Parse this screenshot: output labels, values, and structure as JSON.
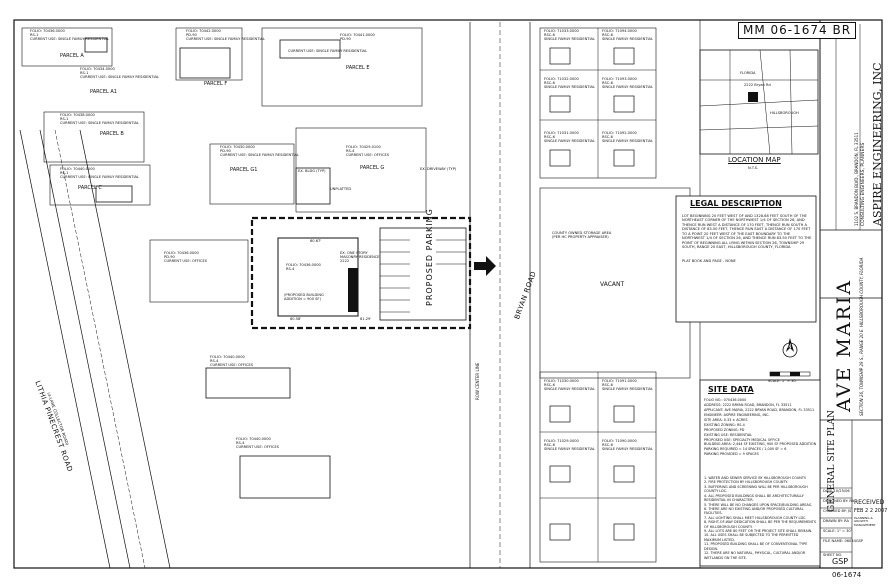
{
  "sheet": {
    "drawing_number": "MM 06-1674 BR",
    "bottom_number": "06-1674",
    "parcels_left": [
      {
        "label": "PARCEL A",
        "folio": "FOLIO: 70436.0000",
        "zoning": "RS-1",
        "use": "CURRENT USE: SINGLE FAMILY RESIDENTIAL"
      },
      {
        "label": "PARCEL A1",
        "folio": "FOLIO: 70434.0000",
        "zoning": "RS-1",
        "use": "CURRENT USE: SINGLE FAMILY RESIDENTIAL"
      },
      {
        "label": "PARCEL B",
        "folio": "FOLIO: 70438.0000",
        "zoning": "RS-1",
        "use": "CURRENT USE: SINGLE FAMILY RESIDENTIAL"
      },
      {
        "label": "PARCEL C",
        "folio": "FOLIO: 70440.0000",
        "zoning": "RS-1",
        "use": "CURRENT USE: SINGLE FAMILY RESIDENTIAL"
      },
      {
        "label": "PARCEL E",
        "folio": "FOLIO: 70441.0000",
        "zoning": "PD-90",
        "use": "CURRENT USE: SINGLE FAMILY RESIDENTIAL"
      },
      {
        "label": "PARCEL F",
        "folio": "FOLIO: 70442.0000",
        "zoning": "PD-90",
        "use": "CURRENT USE: SINGLE FAMILY RESIDENTIAL"
      },
      {
        "label": "PARCEL G1",
        "folio": "FOLIO: 70430.0000",
        "zoning": "PD-90",
        "use": "CURRENT USE: SINGLE FAMILY RESIDENTIAL"
      },
      {
        "label": "PARCEL G",
        "folio": "FOLIO: 70429.0100",
        "zoning": "RS-4",
        "use": "CURRENT USE: OFFICES"
      }
    ],
    "mid_left": [
      {
        "folio": "FOLIO: 70436.0000",
        "zoning": "PD-90",
        "use": "CURRENT USE: OFFICES"
      },
      {
        "folio": "FOLIO: 70440.0000",
        "zoning": "RS-4",
        "use": "CURRENT USE: OFFICES"
      },
      {
        "folio": "FOLIO: 70440.0000",
        "zoning": "RS-4",
        "use": "CURRENT USE: OFFICES"
      }
    ],
    "right_lots": [
      {
        "folio": "FOLIO: 71033.0000",
        "zoning": "RSC-6",
        "use": "SINGLE FAMILY RESIDENTIAL"
      },
      {
        "folio": "FOLIO: 71094.0000",
        "zoning": "RSC-6",
        "use": "SINGLE FAMILY RESIDENTIAL"
      },
      {
        "folio": "FOLIO: 71032.0000",
        "zoning": "RSC-6",
        "use": "SINGLE FAMILY RESIDENTIAL"
      },
      {
        "folio": "FOLIO: 71093.0000",
        "zoning": "RSC-6",
        "use": "SINGLE FAMILY RESIDENTIAL"
      },
      {
        "folio": "FOLIO: 71031.0000",
        "zoning": "RSC-6",
        "use": "SINGLE FAMILY RESIDENTIAL"
      },
      {
        "folio": "FOLIO: 71092.0000",
        "zoning": "RSC-6",
        "use": "SINGLE FAMILY RESIDENTIAL"
      },
      {
        "folio": "FOLIO: 71030.0000",
        "zoning": "RSC-6",
        "use": "SINGLE FAMILY RESIDENTIAL"
      },
      {
        "folio": "FOLIO: 71091.0000",
        "zoning": "RSC-6",
        "use": "SINGLE FAMILY RESIDENTIAL"
      },
      {
        "folio": "FOLIO: 71029.0000",
        "zoning": "RSC-6",
        "use": "SINGLE FAMILY RESIDENTIAL"
      },
      {
        "folio": "FOLIO: 71090.0000",
        "zoning": "RSC-6",
        "use": "SINGLE FAMILY RESIDENTIAL"
      }
    ],
    "site": {
      "folio": "FOLIO: 70436.0000",
      "zoning": "RS-4",
      "residence": "EX. ONE STORY MASONRY RESIDENCE 2222",
      "addition": "(PROPOSED BUILDING ADDITION = 900 SF)",
      "parking": "PROPOSED PARKING",
      "dim_top": "60.67'",
      "dim_bottom": "60.58'",
      "dim_right": "61.29'",
      "ex_bldg": "EX. BLDG (TYP)",
      "ex_driveway": "EX. DRIVEWAY (TYP)",
      "unplatted": "UNPLATTED"
    },
    "roads": {
      "lithia": "LITHIA PINECREST ROAD",
      "lithia_sub": "(4-LANE COLLECTOR ROAD)",
      "bryan": "BRYAN ROAD",
      "row": "ROW CENTER LINE"
    },
    "vacant": "VACANT",
    "church": "COUNTY OWNED STORAGE AREA (PER HC PROPERTY APPRAISER)",
    "location_map": {
      "title": "LOCATION MAP",
      "scale": "N.T.S.",
      "label": "2222 Bryan Rd",
      "county": "HILLSBOROUGH",
      "state": "FLORIDA"
    },
    "legal": {
      "title": "LEGAL DESCRIPTION",
      "text": "LOT BEGINNING 20 FEET WEST OF AND 1328.68 FEET SOUTH OF THE NORTHEAST CORNER OF THE NORTHWEST 1/4 OF SECTION 26, AND THENCE RUN WEST A DISTANCE OF 170 FEET, THENCE RUN SOUTH A DISTANCE OF 83.50 FEET, THENCE RUN EAST A DISTANCE OF 170 FEET TO A POINT 20 FEET WEST OF THE EAST BOUNDARY TO THE NORTHWEST 1/4 OF SECTION 26, AND THENCE RUN 83.50 FEET TO THE POINT OF BEGINNING ALL LYING WITHIN SECTION 26, TOWNSHIP 29 SOUTH, RANGE 20 EAST, HILLSBOROUGH COUNTY, FLORIDA",
      "footer": "PLAT BOOK AND PAGE - NONE"
    },
    "site_data": {
      "title": "SITE DATA",
      "lines": [
        "FOLIO NO.: 070436.0000",
        "ADDRESS: 2222 BRYAN ROAD, BRANDON, FL 33511",
        "APPLICANT: AVE MARIA, 2222 BRYAN ROAD, BRANDON, FL 33511",
        "ENGINEER: ASPIRE ENGINEERING, INC.",
        "SITE AREA: 0.33 ± ACRES",
        "EXISTING ZONING: RS-4",
        "PROPOSED ZONING: PD",
        "EXISTING USE: RESIDENTIAL",
        "PROPOSED USE: SPECIALTY MEDICAL OFFICE",
        "BUILDING AREA: 2,444 SF EXISTING, 900 SF PROPOSED ADDITION",
        "PARKING REQUIRED = 14 SPACES / 1,000 SF = 6",
        "PARKING PROVIDED = 9 SPACES"
      ]
    },
    "notes": [
      "1. WATER AND SEWER SERVICE BY HILLSBOROUGH COUNTY.",
      "2. FIRE PROTECTION BY HILLSBOROUGH COUNTY.",
      "3. BUFFERING AND SCREENING WILL BE PER HILLSBOROUGH COUNTY LDC.",
      "4. ALL PROPOSED BUILDINGS SHALL BE ARCHITECTURALLY RESIDENTIAL IN CHARACTER.",
      "5. THERE WILL BE NO CHANGES UPON SPACE/BUILDING AREAS.",
      "6. THERE ARE NO EXISTING AND/OR PROPOSED CULTURAL FACILITIES.",
      "7. ALL LIGHTING SHALL MEET HILLSBOROUGH COUNTY LDC.",
      "8. RIGHT-OF-WAY DEDICATION SHALL BE PER THE REQUIREMENTS OF HILLSBOROUGH COUNTY.",
      "9. ALL LOTS ARE 80 FEET OR THE PROJECT SITE SHALL REMAIN.",
      "10. ALL USES SHALL BE SUBJECTED TO THE PERMITTED MAXIMUM LISTED.",
      "11. PROPOSED BUILDING SHALL BE OF CONVENTIONAL TYPE DESIGN.",
      "12. THERE ARE NO NATURAL, PHYSICAL, CULTURAL AND/OR WETLANDS ON THE SITE."
    ],
    "title_block": {
      "company": "ASPIRE ENGINEERING, INC",
      "company_sub": "CONSULTING ENGINEERS, PLANNERS",
      "company_addr": "1102 S. BRANDON BLVD., BRANDON, FL 33511",
      "project": "AVE MARIA",
      "project_sub": "SECTION 26, TOWNSHIP 29 S., RANGE 20 E. HILLSBOROUGH COUNTY, FLORIDA",
      "sheet_title": "GENERAL SITE PLAN",
      "received": "RECEIVED",
      "received_date": "FEB 2 2 2007",
      "received_by": "PLANNING & GROWTH MANAGEMENT",
      "sheet_code": "GSP",
      "date_lbl": "DATE",
      "date_val": "10/25/06",
      "designed_lbl": "DESIGNED BY:",
      "designed_val": "RA",
      "checked_lbl": "CHECKED BY:",
      "checked_val": "JS",
      "drawn_lbl": "DRAWN BY:",
      "drawn_val": "RA",
      "scale_lbl": "SCALE:",
      "scale_val": "1\" = 30'",
      "file_lbl": "FILE NAME:",
      "file_val": "06034GSP",
      "sheet_lbl": "SHEET NO."
    },
    "graphic_scale": "SCALE: 1\" = 30'",
    "north": "N"
  }
}
